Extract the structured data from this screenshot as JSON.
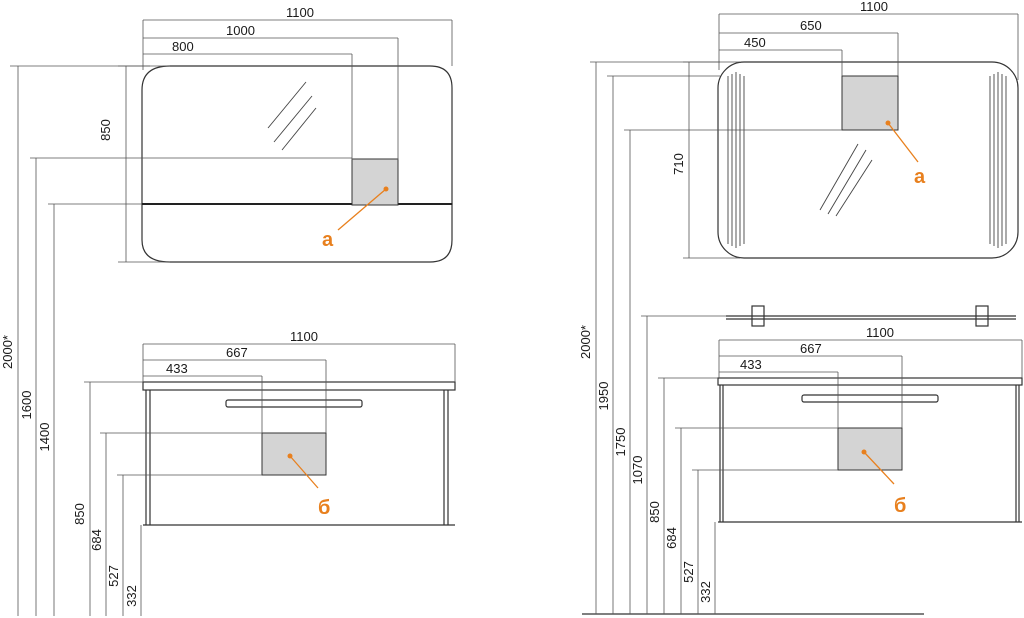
{
  "colors": {
    "accent": "#e8801e",
    "line": "#333333",
    "fill": "#d4d4d4"
  },
  "left": {
    "mirror": {
      "width_total": "1100",
      "width_mid": "1000",
      "width_inner": "800",
      "height": "850",
      "height_total": "2000*",
      "height_1600": "1600",
      "height_1400": "1400",
      "callout": "а"
    },
    "cabinet": {
      "width_total": "1100",
      "width_mid": "667",
      "width_inner": "433",
      "h1": "850",
      "h2": "684",
      "h3": "527",
      "h4": "332",
      "callout": "б"
    }
  },
  "right": {
    "mirror": {
      "width_total": "1100",
      "width_mid": "650",
      "width_inner": "450",
      "height": "710",
      "height_total": "2000*",
      "height_1950": "1950",
      "height_1750": "1750",
      "height_1070": "1070",
      "callout": "а"
    },
    "cabinet": {
      "width_total": "1100",
      "width_mid": "667",
      "width_inner": "433",
      "h1": "850",
      "h2": "684",
      "h3": "527",
      "h4": "332",
      "callout": "б"
    }
  }
}
